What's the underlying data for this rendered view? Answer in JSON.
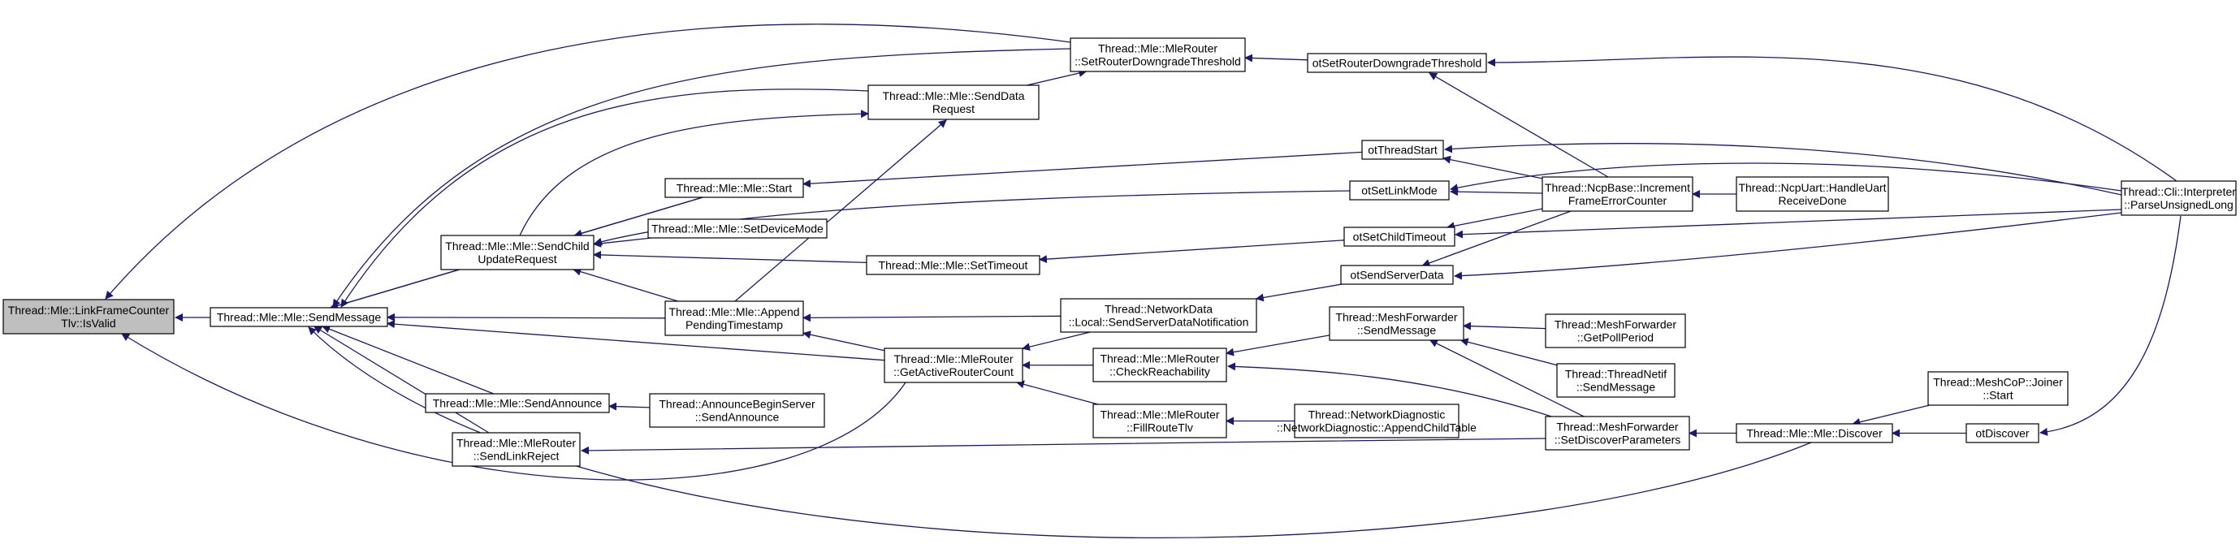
{
  "colors": {
    "edge": "#191970",
    "node_fill": "#ffffff",
    "root_fill": "#bfbfbf",
    "border": "#000000"
  },
  "nodes": {
    "linkframe": [
      "Thread::Mle::LinkFrameCounter",
      "Tlv::IsValid"
    ],
    "sendmessage": [
      "Thread::Mle::Mle::SendMessage"
    ],
    "setrouterdowngrade": [
      "Thread::Mle::MleRouter",
      "::SetRouterDowngradeThreshold"
    ],
    "otsetrouterdowngrade": [
      "otSetRouterDowngradeThreshold"
    ],
    "senddatarequest": [
      "Thread::Mle::Mle::SendData",
      "Request"
    ],
    "start": [
      "Thread::Mle::Mle::Start"
    ],
    "sendchildupdate": [
      "Thread::Mle::Mle::SendChild",
      "UpdateRequest"
    ],
    "setdevicemode": [
      "Thread::Mle::Mle::SetDeviceMode"
    ],
    "settimeout": [
      "Thread::Mle::Mle::SetTimeout"
    ],
    "appendpending": [
      "Thread::Mle::Mle::Append",
      "PendingTimestamp"
    ],
    "getactiverouter": [
      "Thread::Mle::MleRouter",
      "::GetActiveRouterCount"
    ],
    "sendannounce": [
      "Thread::Mle::Mle::SendAnnounce"
    ],
    "announcebegin": [
      "Thread::AnnounceBeginServer",
      "::SendAnnounce"
    ],
    "sendlinkreject": [
      "Thread::Mle::MleRouter",
      "::SendLinkReject"
    ],
    "otthreadstart": [
      "otThreadStart"
    ],
    "otsetlinkmode": [
      "otSetLinkMode"
    ],
    "otsetchildtimeout": [
      "otSetChildTimeout"
    ],
    "otsendserverdata": [
      "otSendServerData"
    ],
    "ncpincrement": [
      "Thread::NcpBase::Increment",
      "FrameErrorCounter"
    ],
    "ncpuart": [
      "Thread::NcpUart::HandleUart",
      "ReceiveDone"
    ],
    "cliparse": [
      "Thread::Cli::Interpreter",
      "::ParseUnsignedLong"
    ],
    "networkdata": [
      "Thread::NetworkData",
      "::Local::SendServerDataNotification"
    ],
    "checkreach": [
      "Thread::Mle::MleRouter",
      "::CheckReachability"
    ],
    "fillroute": [
      "Thread::Mle::MleRouter",
      "::FillRouteTlv"
    ],
    "meshsendmsg": [
      "Thread::MeshForwarder",
      "::SendMessage"
    ],
    "getpoll": [
      "Thread::MeshForwarder",
      "::GetPollPeriod"
    ],
    "netifsend": [
      "Thread::ThreadNetif",
      "::SendMessage"
    ],
    "netdiag": [
      "Thread::NetworkDiagnostic",
      "::NetworkDiagnostic::AppendChildTable"
    ],
    "setdiscover": [
      "Thread::MeshForwarder",
      "::SetDiscoverParameters"
    ],
    "mlediscover": [
      "Thread::Mle::Mle::Discover"
    ],
    "joinerstart": [
      "Thread::MeshCoP::Joiner",
      "::Start"
    ],
    "otdiscover": [
      "otDiscover"
    ]
  }
}
